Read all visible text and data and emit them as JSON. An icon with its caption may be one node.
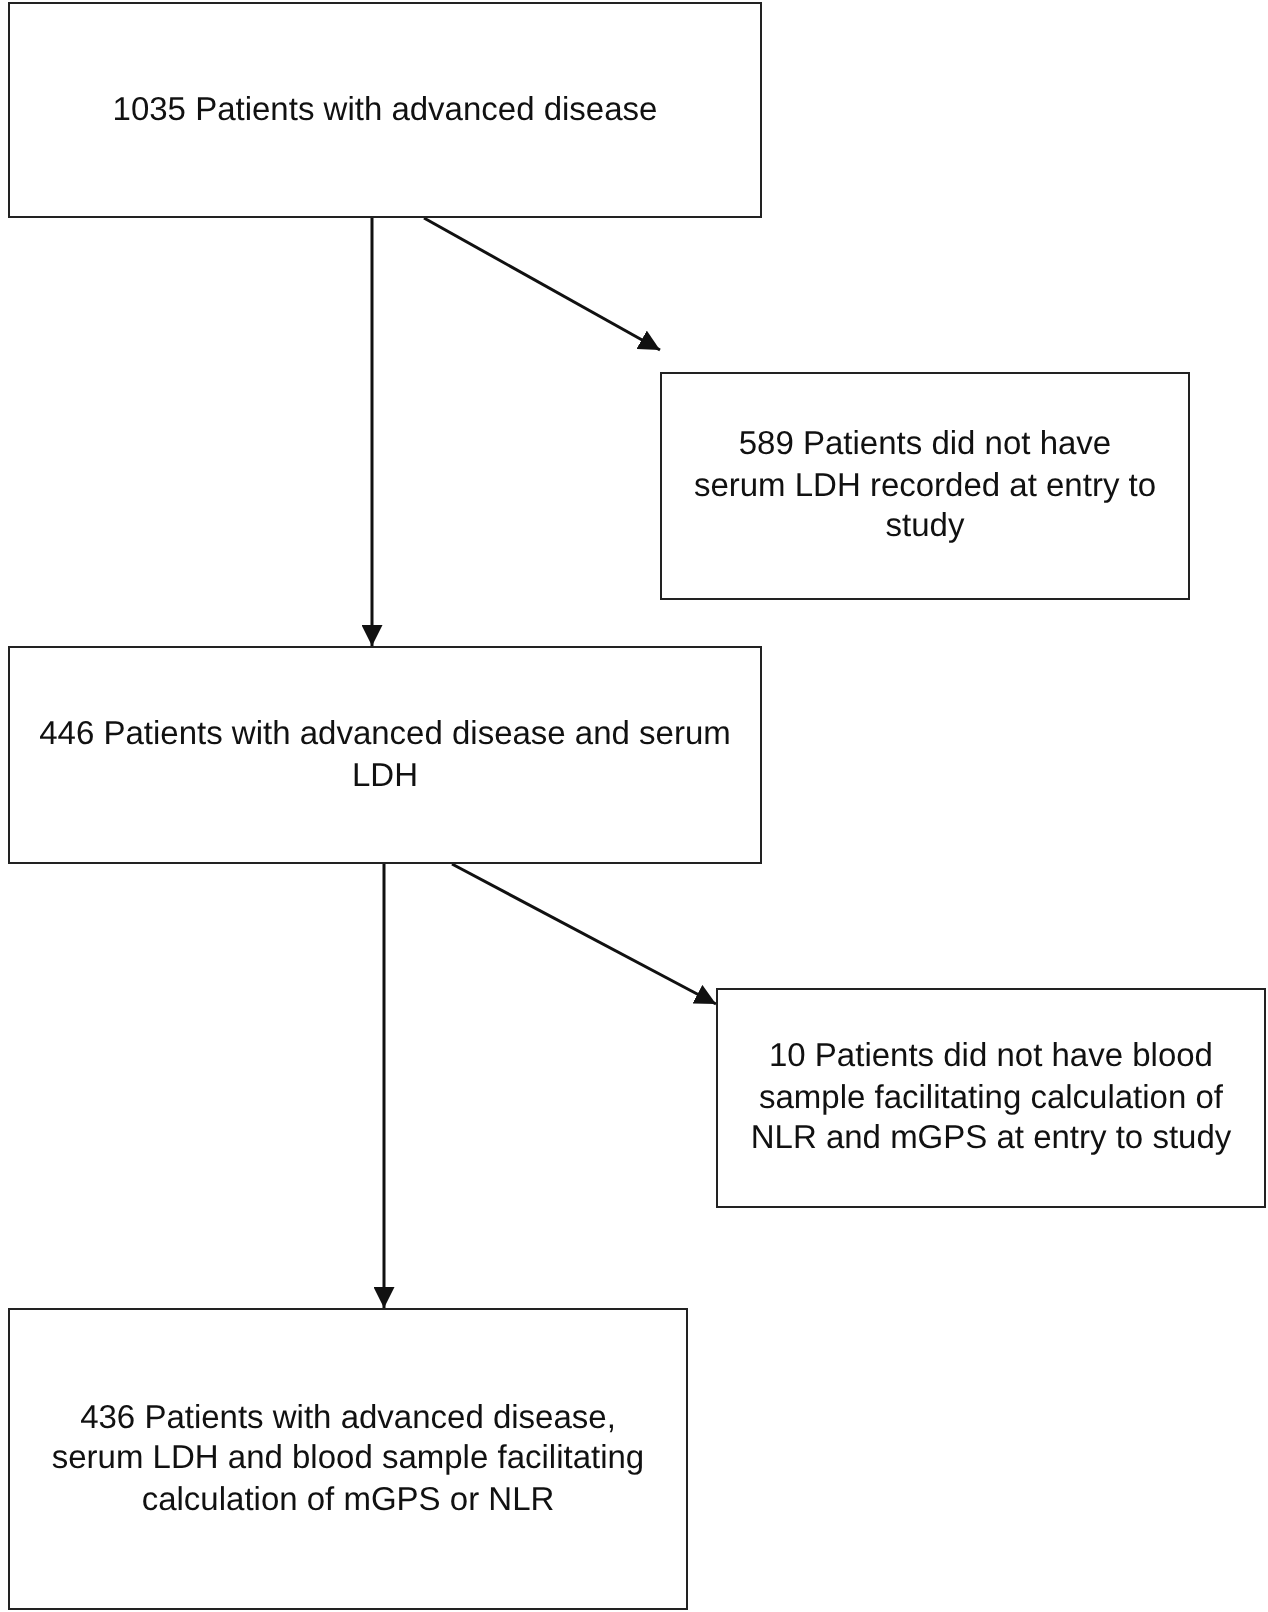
{
  "diagram": {
    "nodes": [
      {
        "text": [
          "1035 Patients with advanced disease"
        ]
      },
      {
        "text": [
          "589 Patients did not have serum LDH recorded at entry to study"
        ]
      },
      {
        "text": [
          "446 Patients with advanced disease and serum LDH"
        ]
      },
      {
        "text": [
          "10 Patients did not have blood sample facilitating calculation of NLR and mGPS at entry to study"
        ]
      },
      {
        "text": [
          "436 Patients with advanced disease, serum LDH and blood sample facilitating calculation of mGPS or NLR"
        ]
      }
    ],
    "edges": [
      {
        "from": 0,
        "to": 2,
        "arrow": "to"
      },
      {
        "from": 0,
        "to": 1,
        "arrow": "to"
      },
      {
        "from": 2,
        "to": 4,
        "arrow": "to"
      },
      {
        "from": 2,
        "to": 3,
        "arrow": "to"
      }
    ]
  }
}
